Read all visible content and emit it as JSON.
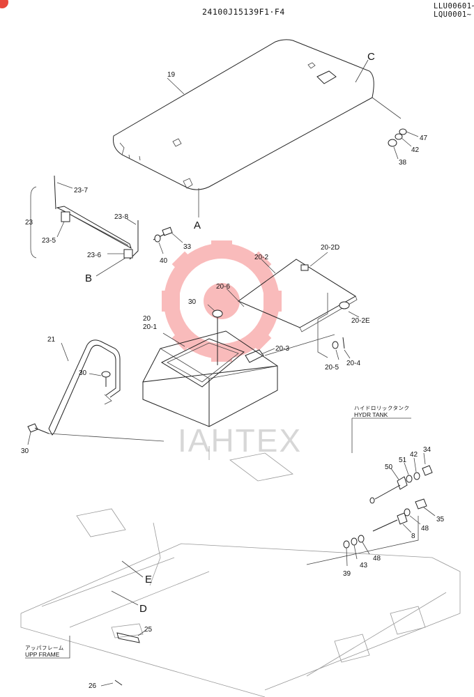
{
  "header": {
    "title": "24100J15139F1·F4",
    "serial_range_1": "LLU00601~",
    "serial_range_2": "LQU0001~"
  },
  "callouts": {
    "c19": "19",
    "cC": "C",
    "c47": "47",
    "c42a": "42",
    "c38": "38",
    "cA": "A",
    "c23_7": "23-7",
    "c23": "23",
    "c23_5": "23-5",
    "c23_8": "23-8",
    "c33": "33",
    "c23_6": "23-6",
    "c40": "40",
    "cB": "B",
    "c20_2": "20-2",
    "c20_2D": "20-2D",
    "c20_6": "20-6",
    "c30a": "30",
    "c20_2E": "20-2E",
    "c20": "20",
    "c20_1": "20-1",
    "c20_3": "20-3",
    "c20_5": "20-5",
    "c20_4": "20-4",
    "c21": "21",
    "c30b": "30",
    "c30c": "30",
    "c34": "34",
    "c42b": "42",
    "c51": "51",
    "c50": "50",
    "c35": "35",
    "c48a": "48",
    "c8": "8",
    "c48b": "48",
    "c43": "43",
    "c39": "39",
    "cE": "E",
    "cD": "D",
    "c25": "25",
    "c26": "26"
  },
  "labels": {
    "hydr_tank_jp": "ハイドロリックタンク",
    "hydr_tank": "HYDR TANK",
    "upp_frame_jp": "アッパフレーム",
    "upp_frame": "UPP FRAME"
  },
  "watermark": {
    "text": "IAHTEX",
    "color": "#f26a6a"
  },
  "colors": {
    "line": "#222222",
    "accent": "#e8483c"
  }
}
